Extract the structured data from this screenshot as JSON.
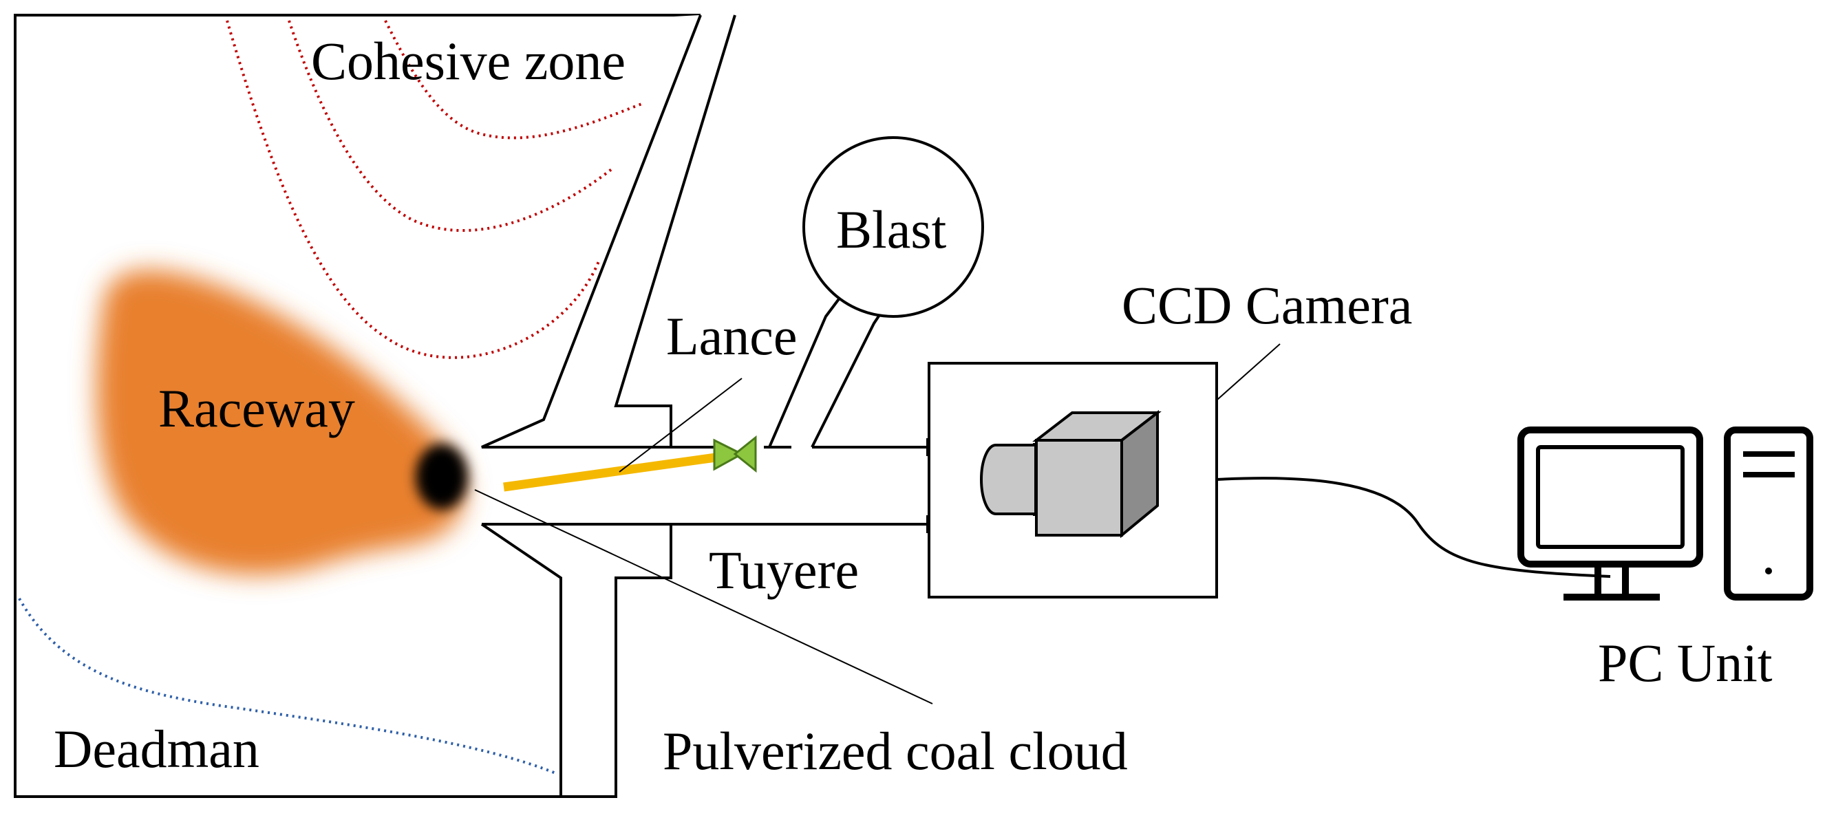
{
  "labels": {
    "cohesive_zone": "Cohesive zone",
    "blast": "Blast",
    "lance": "Lance",
    "ccd_camera": "CCD Camera",
    "raceway": "Raceway",
    "tuyere": "Tuyere",
    "pc_unit": "PC Unit",
    "deadman": "Deadman",
    "pulverized_coal_cloud": "Pulverized coal cloud"
  },
  "colors": {
    "raceway": "#E8802F",
    "coal_cloud": "#000000",
    "lance": "#F5B800",
    "valve": "#8DC63F",
    "cohesive_lines": "#C00000",
    "deadman_line": "#2E5FA8",
    "camera_body": "#C8C8C8",
    "outline": "#000000"
  }
}
